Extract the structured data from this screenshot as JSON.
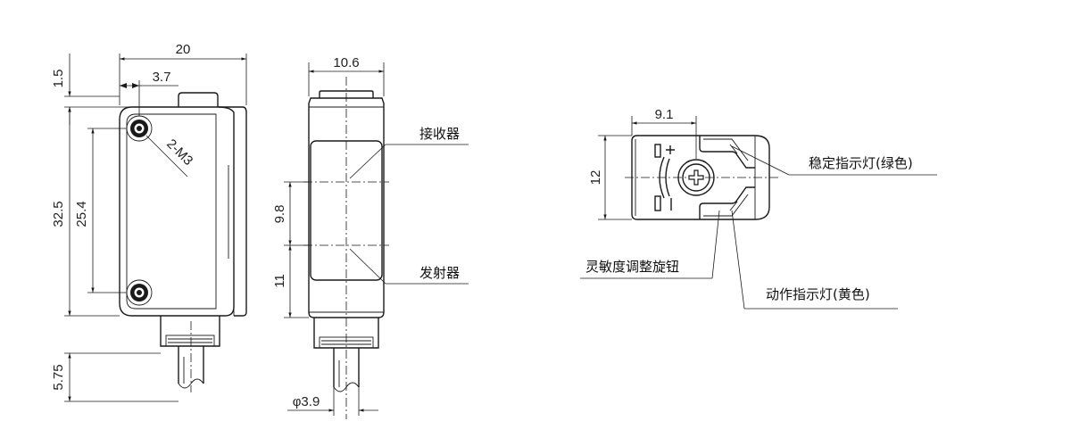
{
  "front_view": {
    "dim_width": "20",
    "dim_hole_offset": "3.7",
    "dim_top_gap": "1.5",
    "dim_height": "32.5",
    "dim_hole_pitch": "25.4",
    "dim_connector": "5.75",
    "hole_callout": "2-M3"
  },
  "side_view": {
    "dim_width": "10.6",
    "dim_upper": "9.8",
    "dim_lower": "11",
    "dim_cable": "φ3.9",
    "label_receiver": "接收器",
    "label_emitter": "发射器"
  },
  "top_view": {
    "dim_offset": "9.1",
    "dim_height": "12",
    "label_stable_indicator": "稳定指示灯(绿色)",
    "label_sensitivity_knob": "灵敏度调整旋钮",
    "label_action_indicator": "动作指示灯(黄色)"
  }
}
